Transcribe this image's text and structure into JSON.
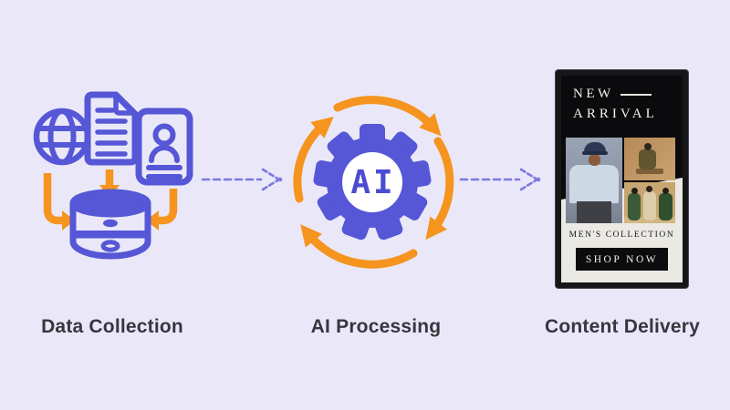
{
  "stages": [
    {
      "label": "Data Collection"
    },
    {
      "label": "AI Processing"
    },
    {
      "label": "Content Delivery"
    }
  ],
  "ai_text": "AI",
  "signage": {
    "title_top": "NEW",
    "title_bottom": "ARRIVAL",
    "subtitle": "MEN'S COLLECTION",
    "cta": "SHOP NOW"
  },
  "icons": {
    "data_collection": [
      "globe-icon",
      "document-icon",
      "id-card-icon",
      "database-icon",
      "down-arrow-icon",
      "elbow-arrow-left-icon",
      "elbow-arrow-right-icon"
    ],
    "ai_processing": [
      "gear-icon",
      "cycle-arrows-icon"
    ],
    "flow": [
      "dashed-arrow-icon",
      "dashed-arrow-icon"
    ]
  },
  "colors": {
    "background": "#EAE8F8",
    "icon_purple": "#5557D6",
    "accent_orange": "#F5941E",
    "dashed_arrow": "#7B79DF",
    "label_text": "#37363E",
    "ai_text": "#4B4CD2"
  }
}
